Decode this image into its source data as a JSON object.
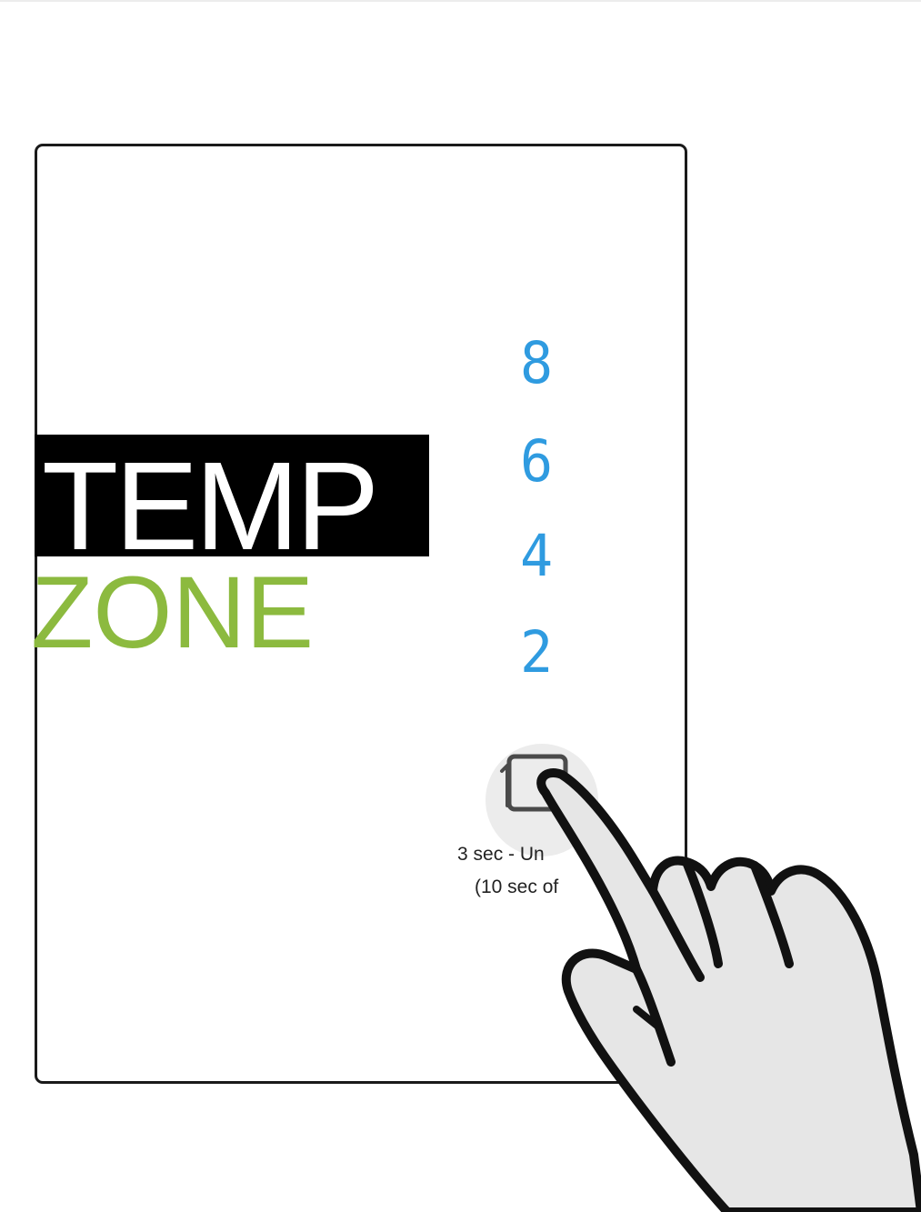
{
  "logo": {
    "word1": "TEMP",
    "word2": "ZONE",
    "word1_color": "#ffffff",
    "word1_background": "#000000",
    "word2_color": "#8cba3f"
  },
  "levels": {
    "values": [
      "8",
      "6",
      "4",
      "2"
    ],
    "color": "#2f9be0"
  },
  "power_button": {
    "icon": "power-square-icon"
  },
  "instruction": {
    "line1": "3 sec - Un",
    "line2": "(10 sec of"
  },
  "pointer": {
    "icon": "pointing-hand-icon"
  }
}
